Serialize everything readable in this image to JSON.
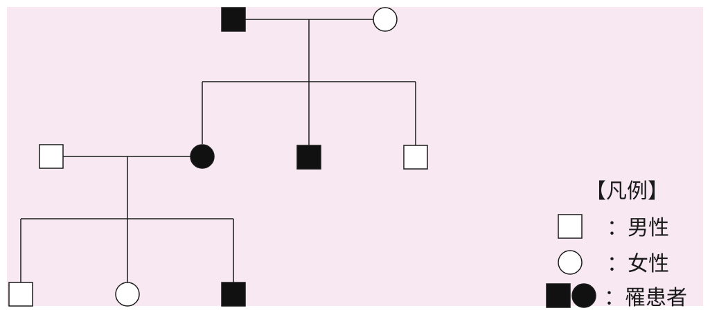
{
  "pedigree": {
    "background_color": "#f7e8f1",
    "line_color": "#1a1a1a",
    "affected_fill": "#111111",
    "unaffected_fill": "#ffffff",
    "generation_1": [
      {
        "sex": "male",
        "affected": true
      },
      {
        "sex": "female",
        "affected": false
      }
    ],
    "generation_2": [
      {
        "sex": "female",
        "affected": true
      },
      {
        "sex": "male",
        "affected": true
      },
      {
        "sex": "male",
        "affected": false
      }
    ],
    "generation_2_spouse": {
      "sex": "male",
      "affected": false
    },
    "generation_3": [
      {
        "sex": "male",
        "affected": false
      },
      {
        "sex": "female",
        "affected": false
      },
      {
        "sex": "male",
        "affected": true
      }
    ]
  },
  "legend": {
    "title": "【凡例】",
    "male_label": "：男性",
    "female_label": "：女性",
    "affected_label": "：罹患者"
  }
}
